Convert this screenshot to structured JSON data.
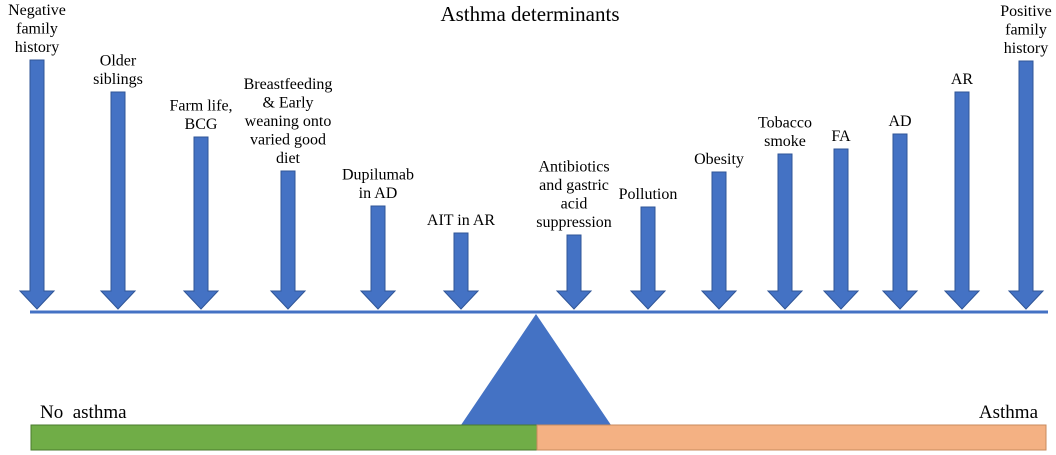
{
  "title": "Asthma determinants",
  "colors": {
    "arrow": "#4472C4",
    "arrow_stroke": "#2F5597",
    "beam": "#4472C4",
    "fulcrum": "#4472C4",
    "no_asthma_bar": "#70AD47",
    "asthma_bar": "#F4B183"
  },
  "arrows": [
    {
      "label": [
        "Negative",
        "family",
        "history"
      ],
      "side": "no-asthma"
    },
    {
      "label": [
        "Older",
        "siblings"
      ],
      "side": "no-asthma"
    },
    {
      "label": [
        "Farm life,",
        "BCG"
      ],
      "side": "no-asthma"
    },
    {
      "label": [
        "Breastfeeding",
        "& Early",
        "weaning onto",
        "varied good",
        "diet"
      ],
      "side": "no-asthma"
    },
    {
      "label": [
        "Dupilumab",
        "in AD"
      ],
      "side": "no-asthma"
    },
    {
      "label": [
        "AIT in AR"
      ],
      "side": "no-asthma"
    },
    {
      "label": [
        "Antibiotics",
        "and gastric",
        "acid",
        "suppression"
      ],
      "side": "asthma"
    },
    {
      "label": [
        "Pollution"
      ],
      "side": "asthma"
    },
    {
      "label": [
        "Obesity"
      ],
      "side": "asthma"
    },
    {
      "label": [
        "Tobacco",
        "smoke"
      ],
      "side": "asthma"
    },
    {
      "label": [
        "FA"
      ],
      "side": "asthma"
    },
    {
      "label": [
        "AD"
      ],
      "side": "asthma"
    },
    {
      "label": [
        "AR"
      ],
      "side": "asthma"
    },
    {
      "label": [
        "Positive",
        "family",
        "history"
      ],
      "side": "asthma"
    }
  ],
  "scale": {
    "left_label": "No  asthma",
    "right_label": "Asthma"
  }
}
